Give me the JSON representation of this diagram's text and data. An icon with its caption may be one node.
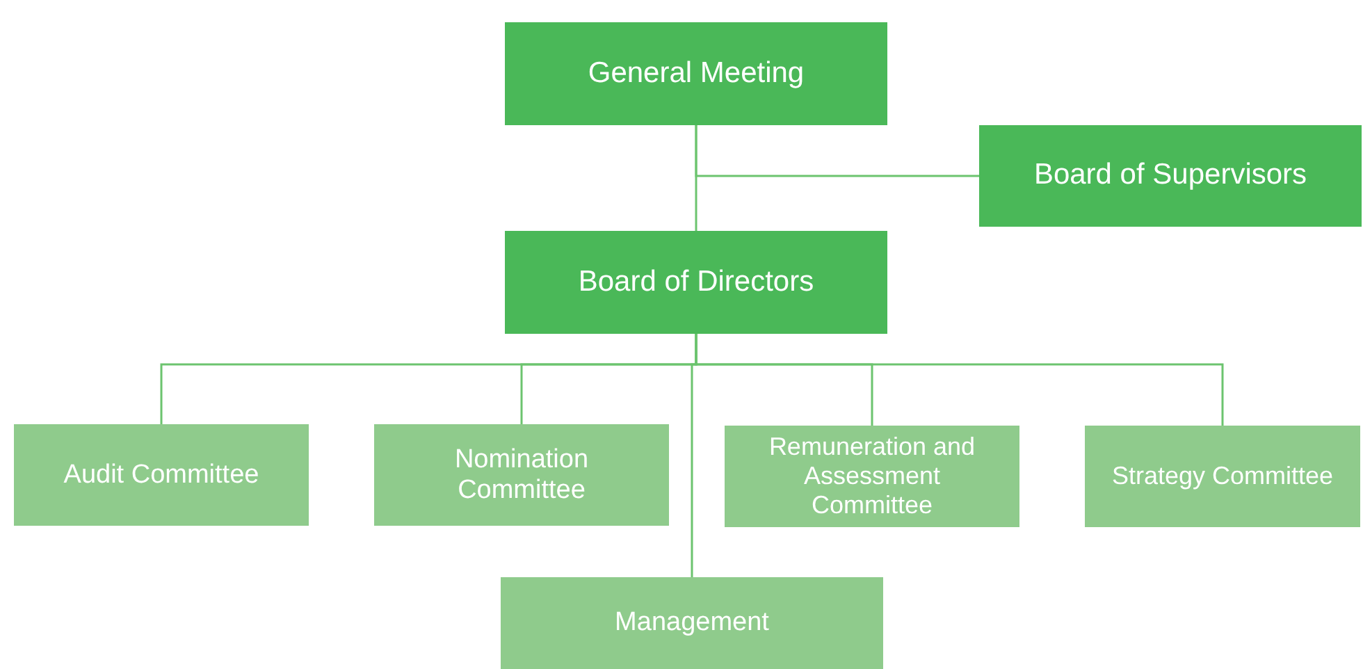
{
  "diagram": {
    "nodes": [
      {
        "text": [
          "General Meeting"
        ]
      },
      {
        "text": [
          "Board of Supervisors"
        ]
      },
      {
        "text": [
          "Board of Directors"
        ]
      },
      {
        "text": [
          "Audit Committee"
        ]
      },
      {
        "text": [
          "Nomination Committee"
        ]
      },
      {
        "text": [
          "Remuneration and Assessment Committee"
        ]
      },
      {
        "text": [
          "Strategy Committee"
        ]
      },
      {
        "text": [
          "Management"
        ]
      }
    ],
    "edges": [
      {
        "from": 0,
        "to": 2,
        "arrow": "none"
      },
      {
        "from": 0,
        "to": 1,
        "arrow": "none"
      },
      {
        "from": 2,
        "to": 3,
        "arrow": "none"
      },
      {
        "from": 2,
        "to": 4,
        "arrow": "none"
      },
      {
        "from": 2,
        "to": 5,
        "arrow": "none"
      },
      {
        "from": 2,
        "to": 6,
        "arrow": "none"
      },
      {
        "from": 2,
        "to": 7,
        "arrow": "none"
      }
    ]
  }
}
